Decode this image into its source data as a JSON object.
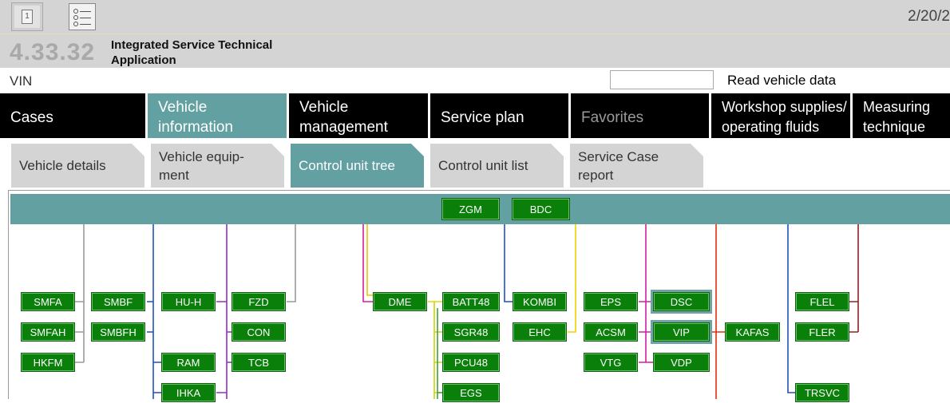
{
  "toolbar": {
    "page_number": "1",
    "date": "2/20/2"
  },
  "header": {
    "version": "4.33.32",
    "app_name": "Integrated Service Technical Application"
  },
  "vin": {
    "label": "VIN",
    "value": "",
    "read_button": "Read vehicle data"
  },
  "main_tabs": [
    {
      "label": "Cases",
      "active": false
    },
    {
      "label": "Vehicle information",
      "active": true
    },
    {
      "label": "Vehicle management",
      "active": false
    },
    {
      "label": "Service plan",
      "active": false
    },
    {
      "label": "Favorites",
      "active": false,
      "disabled": true
    },
    {
      "label": "Workshop supplies/ operating fluids",
      "active": false
    },
    {
      "label": "Measuring technique",
      "active": false
    }
  ],
  "sub_tabs": [
    {
      "label": "Vehicle details",
      "active": false
    },
    {
      "label": "Vehicle equip-ment",
      "active": false
    },
    {
      "label": "Control unit tree",
      "active": true
    },
    {
      "label": "Control unit list",
      "active": false
    },
    {
      "label": "Service Case report",
      "active": false
    }
  ],
  "control_units": {
    "bus": [
      "ZGM",
      "BDC"
    ],
    "units": [
      "SMFA",
      "SMBF",
      "SMFAH",
      "SMBFH",
      "HKFM",
      "HU-H",
      "FZD",
      "CON",
      "RAM",
      "TCB",
      "IHKA",
      "DME",
      "BATT48",
      "SGR48",
      "PCU48",
      "EGS",
      "KOMBI",
      "EHC",
      "EPS",
      "DSC",
      "ACSM",
      "VIP",
      "VTG",
      "VDP",
      "KAFAS",
      "FLEL",
      "FLER",
      "TRSVC"
    ],
    "selected": [
      "DSC",
      "VIP"
    ]
  },
  "colors": {
    "accent": "#62a0a2",
    "ecu_green": "#0a7f0a",
    "tab_black": "#000000",
    "gray": "#d4d4d4"
  }
}
